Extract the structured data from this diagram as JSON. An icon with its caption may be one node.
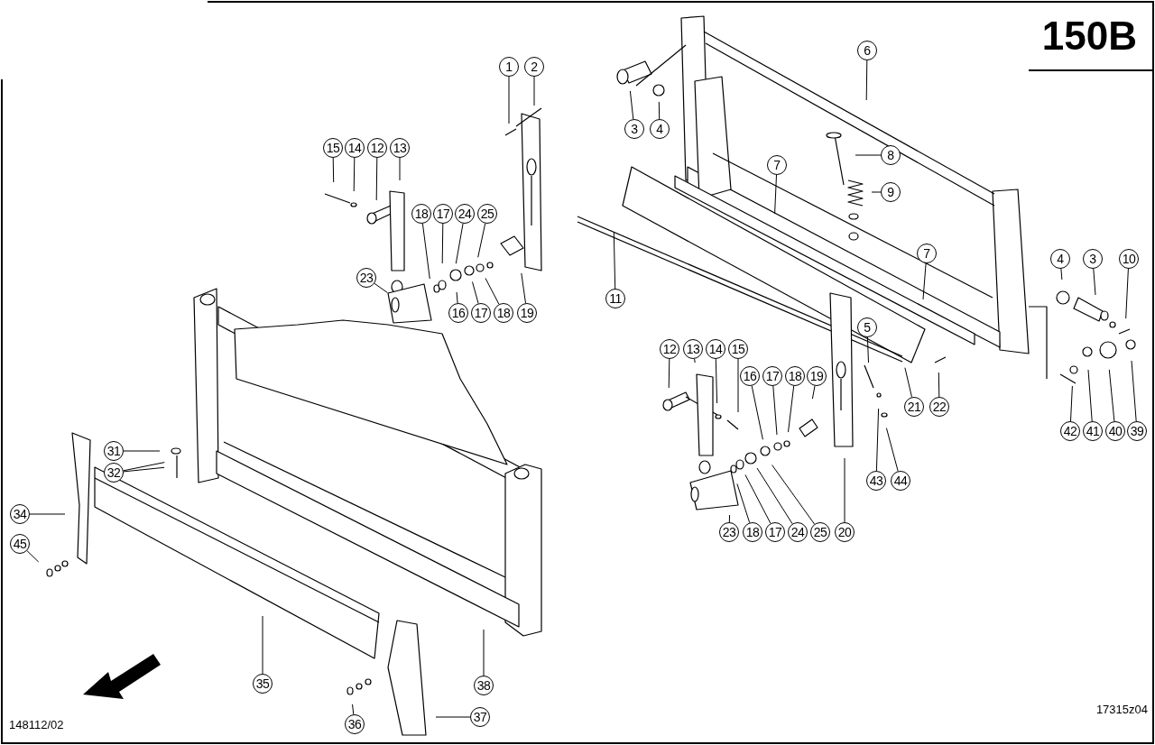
{
  "diagram": {
    "title": "150B",
    "nodes": [
      {
        "text": [
          "1"
        ]
      },
      {
        "text": [
          "2"
        ]
      },
      {
        "text": [
          "3"
        ]
      },
      {
        "text": [
          "4"
        ]
      },
      {
        "text": [
          "6"
        ]
      },
      {
        "text": [
          "15"
        ]
      },
      {
        "text": [
          "14"
        ]
      },
      {
        "text": [
          "12"
        ]
      },
      {
        "text": [
          "13"
        ]
      },
      {
        "text": [
          "7"
        ]
      },
      {
        "text": [
          "8"
        ]
      },
      {
        "text": [
          "9"
        ]
      },
      {
        "text": [
          "18"
        ]
      },
      {
        "text": [
          "17"
        ]
      },
      {
        "text": [
          "24"
        ]
      },
      {
        "text": [
          "25"
        ]
      },
      {
        "text": [
          "7"
        ]
      },
      {
        "text": [
          "4"
        ]
      },
      {
        "text": [
          "3"
        ]
      },
      {
        "text": [
          "10"
        ]
      },
      {
        "text": [
          "23"
        ]
      },
      {
        "text": [
          "16"
        ]
      },
      {
        "text": [
          "17"
        ]
      },
      {
        "text": [
          "18"
        ]
      },
      {
        "text": [
          "19"
        ]
      },
      {
        "text": [
          "11"
        ]
      },
      {
        "text": [
          "5"
        ]
      },
      {
        "text": [
          "12"
        ]
      },
      {
        "text": [
          "13"
        ]
      },
      {
        "text": [
          "14"
        ]
      },
      {
        "text": [
          "15"
        ]
      },
      {
        "text": [
          "16"
        ]
      },
      {
        "text": [
          "17"
        ]
      },
      {
        "text": [
          "18"
        ]
      },
      {
        "text": [
          "19"
        ]
      },
      {
        "text": [
          "21"
        ]
      },
      {
        "text": [
          "22"
        ]
      },
      {
        "text": [
          "42"
        ]
      },
      {
        "text": [
          "41"
        ]
      },
      {
        "text": [
          "40"
        ]
      },
      {
        "text": [
          "39"
        ]
      },
      {
        "text": [
          "31"
        ]
      },
      {
        "text": [
          "32"
        ]
      },
      {
        "text": [
          "43"
        ]
      },
      {
        "text": [
          "44"
        ]
      },
      {
        "text": [
          "34"
        ]
      },
      {
        "text": [
          "23"
        ]
      },
      {
        "text": [
          "18"
        ]
      },
      {
        "text": [
          "17"
        ]
      },
      {
        "text": [
          "24"
        ]
      },
      {
        "text": [
          "25"
        ]
      },
      {
        "text": [
          "20"
        ]
      },
      {
        "text": [
          "45"
        ]
      },
      {
        "text": [
          "35"
        ]
      },
      {
        "text": [
          "38"
        ]
      },
      {
        "text": [
          "37"
        ]
      },
      {
        "text": [
          "36"
        ]
      }
    ],
    "edges": [
      {
        "from": 0,
        "to": null,
        "arrow": "none"
      },
      {
        "from": 1,
        "to": null,
        "arrow": "none"
      },
      {
        "from": 2,
        "to": null,
        "arrow": "none"
      },
      {
        "from": 3,
        "to": null,
        "arrow": "none"
      },
      {
        "from": 4,
        "to": null,
        "arrow": "none"
      },
      {
        "from": 5,
        "to": null,
        "arrow": "none"
      },
      {
        "from": 6,
        "to": null,
        "arrow": "none"
      },
      {
        "from": 7,
        "to": null,
        "arrow": "none"
      },
      {
        "from": 8,
        "to": null,
        "arrow": "none"
      },
      {
        "from": 9,
        "to": null,
        "arrow": "none"
      },
      {
        "from": 10,
        "to": null,
        "arrow": "none"
      },
      {
        "from": 11,
        "to": null,
        "arrow": "none"
      },
      {
        "from": 12,
        "to": null,
        "arrow": "none"
      },
      {
        "from": 13,
        "to": null,
        "arrow": "none"
      },
      {
        "from": 14,
        "to": null,
        "arrow": "none"
      },
      {
        "from": 15,
        "to": null,
        "arrow": "none"
      },
      {
        "from": 16,
        "to": null,
        "arrow": "none"
      },
      {
        "from": 17,
        "to": null,
        "arrow": "none"
      },
      {
        "from": 18,
        "to": null,
        "arrow": "none"
      },
      {
        "from": 19,
        "to": null,
        "arrow": "none"
      },
      {
        "from": 20,
        "to": null,
        "arrow": "none"
      },
      {
        "from": 21,
        "to": null,
        "arrow": "none"
      },
      {
        "from": 22,
        "to": null,
        "arrow": "none"
      },
      {
        "from": 23,
        "to": null,
        "arrow": "none"
      },
      {
        "from": 24,
        "to": null,
        "arrow": "none"
      },
      {
        "from": 25,
        "to": null,
        "arrow": "none"
      },
      {
        "from": 26,
        "to": null,
        "arrow": "none"
      },
      {
        "from": 27,
        "to": null,
        "arrow": "none"
      },
      {
        "from": 28,
        "to": null,
        "arrow": "none"
      },
      {
        "from": 29,
        "to": null,
        "arrow": "none"
      },
      {
        "from": 30,
        "to": null,
        "arrow": "none"
      },
      {
        "from": 31,
        "to": null,
        "arrow": "none"
      },
      {
        "from": 32,
        "to": null,
        "arrow": "none"
      },
      {
        "from": 33,
        "to": null,
        "arrow": "none"
      },
      {
        "from": 34,
        "to": null,
        "arrow": "none"
      },
      {
        "from": 35,
        "to": null,
        "arrow": "none"
      },
      {
        "from": 36,
        "to": null,
        "arrow": "none"
      },
      {
        "from": 37,
        "to": null,
        "arrow": "none"
      },
      {
        "from": 38,
        "to": null,
        "arrow": "none"
      },
      {
        "from": 39,
        "to": null,
        "arrow": "none"
      },
      {
        "from": 40,
        "to": null,
        "arrow": "none"
      },
      {
        "from": 41,
        "to": null,
        "arrow": "none"
      },
      {
        "from": 42,
        "to": null,
        "arrow": "none"
      },
      {
        "from": 43,
        "to": null,
        "arrow": "none"
      },
      {
        "from": 44,
        "to": null,
        "arrow": "none"
      },
      {
        "from": 45,
        "to": null,
        "arrow": "none"
      },
      {
        "from": 46,
        "to": null,
        "arrow": "none"
      },
      {
        "from": 47,
        "to": null,
        "arrow": "none"
      },
      {
        "from": 48,
        "to": null,
        "arrow": "none"
      },
      {
        "from": 49,
        "to": null,
        "arrow": "none"
      },
      {
        "from": 50,
        "to": null,
        "arrow": "none"
      },
      {
        "from": 51,
        "to": null,
        "arrow": "none"
      },
      {
        "from": 52,
        "to": null,
        "arrow": "none"
      },
      {
        "from": 53,
        "to": null,
        "arrow": "none"
      },
      {
        "from": 54,
        "to": null,
        "arrow": "none"
      },
      {
        "from": 55,
        "to": null,
        "arrow": "none"
      },
      {
        "from": 56,
        "to": null,
        "arrow": "none"
      },
      {
        "from": 42,
        "to": null,
        "arrow": "none"
      }
    ],
    "labels": [
      "17315z04",
      "148112/02"
    ]
  }
}
